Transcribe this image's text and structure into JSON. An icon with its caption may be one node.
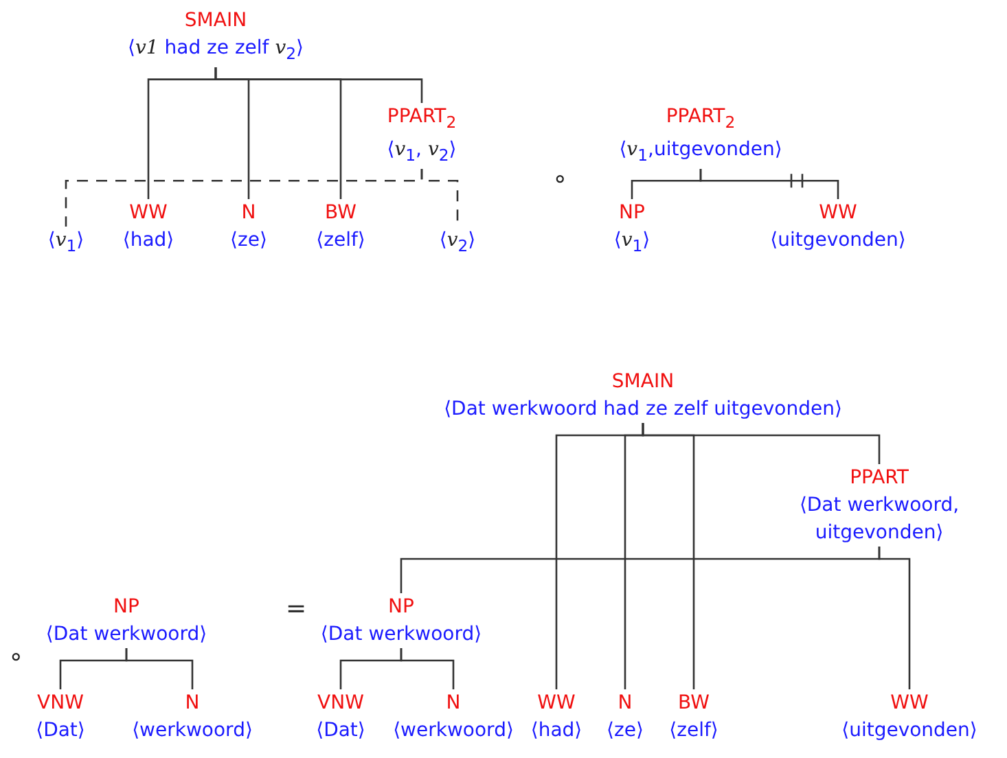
{
  "diagram": {
    "nodes": [
      {
        "text": [
          "SMAIN",
          "⟨*v1* had ze zelf *v*$_{2}$⟩"
        ]
      },
      {
        "text": [
          "WW",
          "⟨had⟩"
        ]
      },
      {
        "text": [
          "N",
          "⟨ze⟩"
        ]
      },
      {
        "text": [
          "BW",
          "⟨zelf⟩"
        ]
      },
      {
        "text": [
          "PPART$_{2}$",
          "⟨*v*$_{1}$, *v*$_{2}$⟩"
        ]
      },
      {
        "text": [
          "⟨*v*$_{1}$⟩"
        ]
      },
      {
        "text": [
          "⟨*v*$_{2}$⟩"
        ]
      },
      {
        "text": [
          "PPART$_{2}$",
          "⟨*v*$_{1}$,uitgevonden⟩"
        ]
      },
      {
        "text": [
          "NP",
          "⟨*v*$_{1}$⟩"
        ]
      },
      {
        "text": [
          "WW",
          "⟨uitgevonden⟩"
        ]
      },
      {
        "text": [
          "NP",
          "⟨Dat werkwoord⟩"
        ]
      },
      {
        "text": [
          "VNW",
          "⟨Dat⟩"
        ]
      },
      {
        "text": [
          "N",
          "⟨werkwoord⟩"
        ]
      },
      {
        "text": [
          "SMAIN",
          "⟨Dat werkwoord had ze zelf uitgevonden⟩"
        ]
      },
      {
        "text": [
          "PPART",
          "⟨Dat werkwoord, uitgevonden⟩"
        ]
      },
      {
        "text": [
          "NP",
          "⟨Dat werkwoord⟩"
        ]
      },
      {
        "text": [
          "VNW",
          "⟨Dat⟩"
        ]
      },
      {
        "text": [
          "N",
          "⟨werkwoord⟩"
        ]
      },
      {
        "text": [
          "WW",
          "⟨had⟩"
        ]
      },
      {
        "text": [
          "N",
          "⟨ze⟩"
        ]
      },
      {
        "text": [
          "BW",
          "⟨zelf⟩"
        ]
      },
      {
        "text": [
          "WW",
          "⟨uitgevonden⟩"
        ]
      }
    ],
    "edges": [
      {
        "from": 0,
        "to": 1,
        "arrow": "none"
      },
      {
        "from": 0,
        "to": 2,
        "arrow": "none"
      },
      {
        "from": 0,
        "to": 3,
        "arrow": "none"
      },
      {
        "from": 0,
        "to": 4,
        "arrow": "none"
      },
      {
        "from": 4,
        "to": 5,
        "arrow": "none",
        "style": "dashed"
      },
      {
        "from": 4,
        "to": 6,
        "arrow": "none",
        "style": "dashed"
      },
      {
        "from": 7,
        "to": 8,
        "arrow": "none"
      },
      {
        "from": 7,
        "to": 9,
        "arrow": "none"
      },
      {
        "from": 10,
        "to": 11,
        "arrow": "none"
      },
      {
        "from": 10,
        "to": 12,
        "arrow": "none"
      },
      {
        "from": 13,
        "to": 18,
        "arrow": "none"
      },
      {
        "from": 13,
        "to": 19,
        "arrow": "none"
      },
      {
        "from": 13,
        "to": 20,
        "arrow": "none"
      },
      {
        "from": 13,
        "to": 14,
        "arrow": "none"
      },
      {
        "from": 14,
        "to": 15,
        "arrow": "none"
      },
      {
        "from": 14,
        "to": 21,
        "arrow": "none"
      },
      {
        "from": 15,
        "to": 16,
        "arrow": "none"
      },
      {
        "from": 15,
        "to": 17,
        "arrow": "none"
      }
    ],
    "labels": [
      "∘",
      "∘",
      "="
    ]
  }
}
